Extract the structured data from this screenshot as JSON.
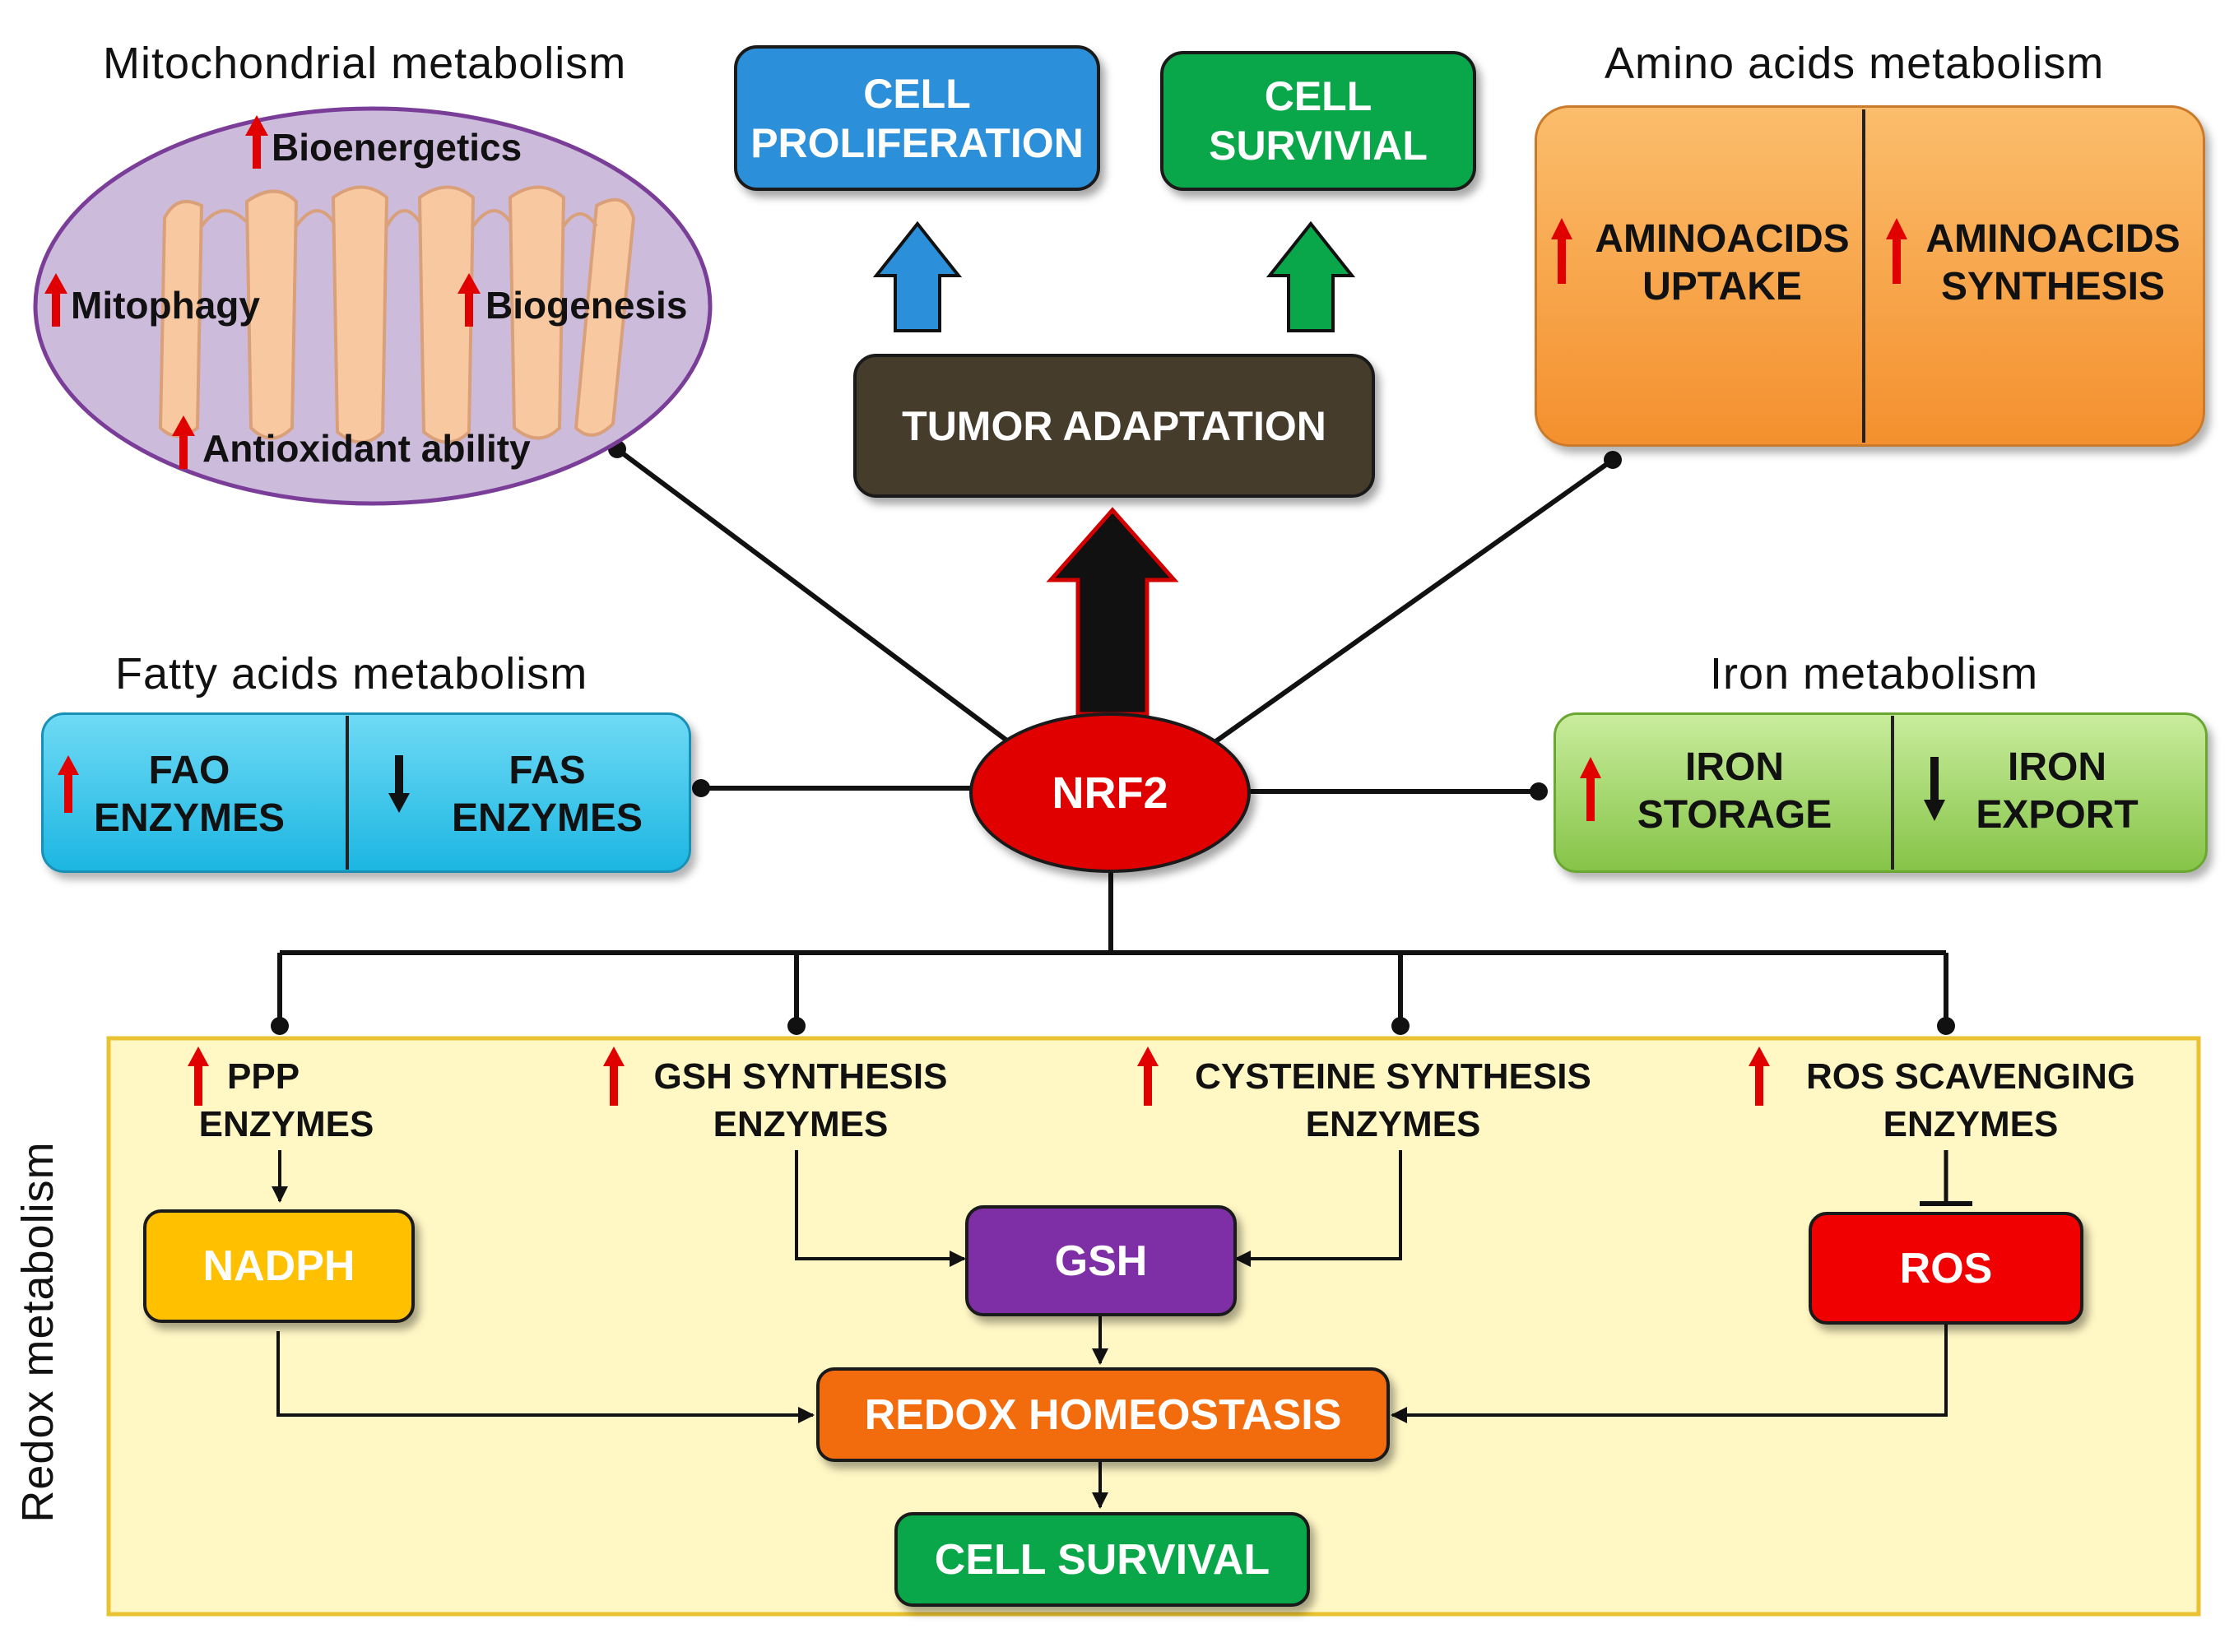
{
  "colors": {
    "proliferation": "#2b8fd9",
    "survival": "#0aa64a",
    "tumor": "#453c2b",
    "amino": "#f9a346",
    "fatty": "#2fc4ea",
    "iron": "#97d05a",
    "nrf2": "#e00000",
    "redox_bg": "#fff7c4",
    "nadph": "#ffc000",
    "gsh": "#7e2fa6",
    "redox_homeostasis": "#f26c0d",
    "ros": "#f00000",
    "cell_survival": "#0aa64a",
    "mito_ellipse": "#cdbbdc",
    "mito_cristae": "#f8c9a0",
    "up_arrow": "#e00000"
  },
  "icons": {
    "up": "red-up-arrow-icon",
    "down": "black-down-arrow-icon"
  },
  "mitochondrial": {
    "title": "Mitochondrial metabolism",
    "bioenergetics": "Bioenergetics",
    "mitophagy": "Mitophagy",
    "biogenesis": "Biogenesis",
    "antioxidant": "Antioxidant ability"
  },
  "top": {
    "proliferation_line1": "CELL",
    "proliferation_line2": "PROLIFERATION",
    "survival_line1": "CELL",
    "survival_line2": "SURVIVIAL",
    "tumor": "TUMOR ADAPTATION"
  },
  "amino": {
    "title": "Amino acids metabolism",
    "uptake_line1": "AMINOACIDS",
    "uptake_line2": "UPTAKE",
    "synthesis_line1": "AMINOACIDS",
    "synthesis_line2": "SYNTHESIS"
  },
  "fatty": {
    "title": "Fatty acids metabolism",
    "fao_line1": "FAO",
    "fao_line2": "ENZYMES",
    "fas_line1": "FAS",
    "fas_line2": "ENZYMES"
  },
  "iron": {
    "title": "Iron metabolism",
    "storage_line1": "IRON",
    "storage_line2": "STORAGE",
    "export_line1": "IRON",
    "export_line2": "EXPORT"
  },
  "nrf2": "NRF2",
  "redox": {
    "title": "Redox metabolism",
    "ppp_line1": "PPP",
    "ppp_line2": "ENZYMES",
    "gsh_syn_line1": "GSH SYNTHESIS",
    "gsh_syn_line2": "ENZYMES",
    "cys_line1": "CYSTEINE SYNTHESIS",
    "cys_line2": "ENZYMES",
    "ros_scav_line1": "ROS SCAVENGING",
    "ros_scav_line2": "ENZYMES",
    "nadph": "NADPH",
    "gsh": "GSH",
    "ros": "ROS",
    "homeostasis": "REDOX HOMEOSTASIS",
    "cell_survival": "CELL SURVIVAL"
  }
}
